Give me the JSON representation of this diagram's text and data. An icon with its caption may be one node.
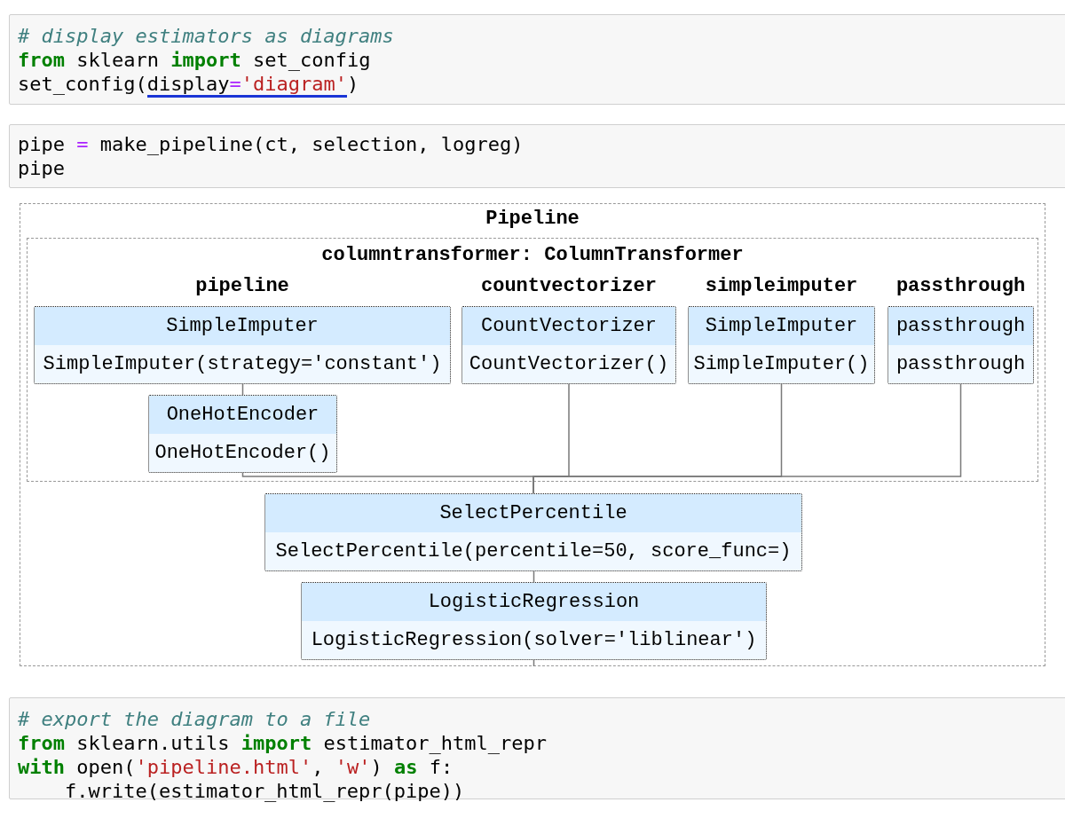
{
  "diagram": {
    "nodes": [
      {
        "text": [
          "Pipeline"
        ]
      },
      {
        "text": [
          "columntransformer: ColumnTransformer"
        ],
        "in": 0
      },
      {
        "text": [
          "SimpleImputer",
          "SimpleImputer(strategy='constant')"
        ],
        "in": 1,
        "beside": [
          "pipeline"
        ]
      },
      {
        "text": [
          "CountVectorizer",
          "CountVectorizer()"
        ],
        "in": 1,
        "beside": [
          "countvectorizer"
        ]
      },
      {
        "text": [
          "SimpleImputer",
          "SimpleImputer()"
        ],
        "in": 1,
        "beside": [
          "simpleimputer"
        ]
      },
      {
        "text": [
          "passthrough",
          "passthrough"
        ],
        "in": 1,
        "beside": [
          "passthrough"
        ]
      },
      {
        "text": [
          "OneHotEncoder",
          "OneHotEncoder()"
        ],
        "in": 1
      },
      {
        "text": [
          "SelectPercentile",
          "SelectPercentile(percentile=50, score_func=)"
        ],
        "in": 0
      },
      {
        "text": [
          "LogisticRegression",
          "LogisticRegression(solver='liblinear')"
        ],
        "in": 0
      }
    ],
    "edges": [
      {
        "from": 2,
        "to": 6,
        "arrow": "none"
      },
      {
        "from": 6,
        "to": 7,
        "arrow": "none"
      },
      {
        "from": 3,
        "to": 7,
        "arrow": "none"
      },
      {
        "from": 4,
        "to": 7,
        "arrow": "none"
      },
      {
        "from": 5,
        "to": 7,
        "arrow": "none"
      },
      {
        "from": 7,
        "to": 8,
        "arrow": "none"
      },
      {
        "from": 8,
        "to": null,
        "arrow": "none"
      }
    ],
    "labels": [
      "# display estimators as diagrams",
      "**from** sklearn **import** set_config",
      "set_config(display='diagram')",
      "pipe = make_pipeline(ct, selection, logreg)",
      "pipe",
      "# export the diagram to a file",
      "**from** sklearn.utils **import** estimator_html_repr",
      "**with** open('pipeline.html', 'w') **as** f:",
      "f.write(estimator_html_repr(pipe))"
    ]
  }
}
